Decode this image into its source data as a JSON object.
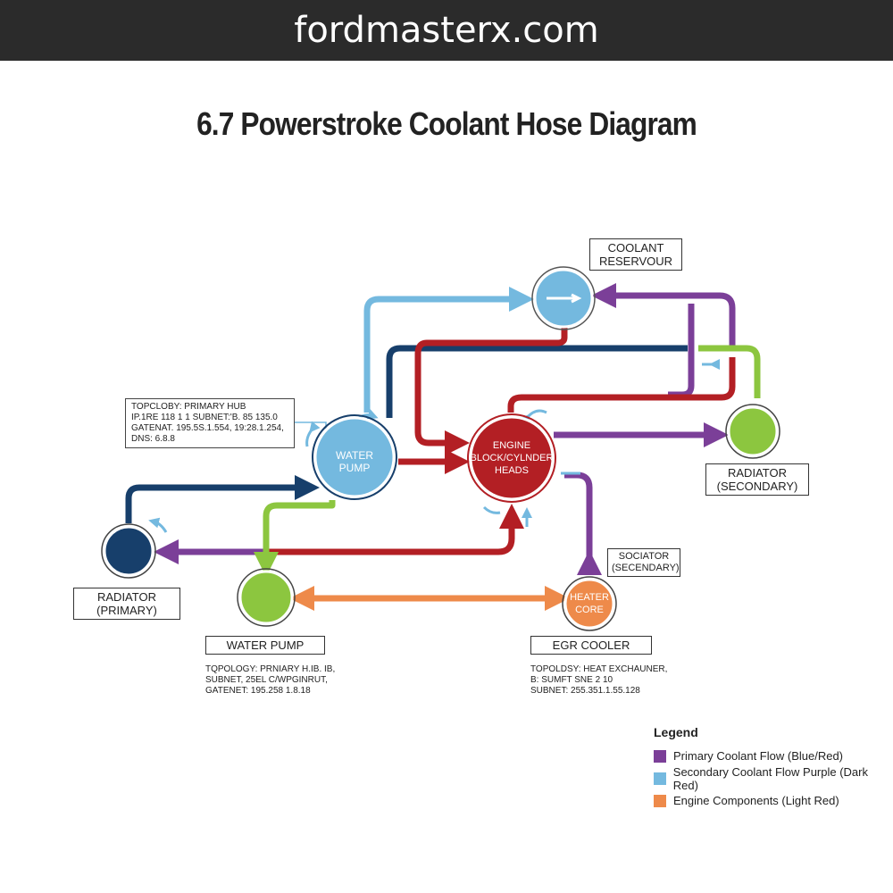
{
  "site": "fordmasterx.com",
  "title": "6.7 Powerstroke Coolant Hose Diagram",
  "nodes": {
    "reservoir": {
      "label": "COOLANT\nRESERVOUR"
    },
    "water_pump_main": {
      "label": "WATER\nPUMP"
    },
    "engine": {
      "label": "ENGINE\nBLOCK/CYLNDER\nHEADS"
    },
    "radiator_secondary": {
      "label": "RADIATOR\n(SECONDARY)"
    },
    "radiator_primary": {
      "label": "RADIATOR\n(PRIMARY)"
    },
    "water_pump_lower": {
      "label": "WATER PUMP"
    },
    "heater_core": {
      "label": "HEATER\nCORE"
    },
    "egr_cooler": {
      "label": "EGR COOLER"
    },
    "sociator": {
      "label": "SOCIATOR\n(SECENDARY)"
    }
  },
  "info": {
    "hub": "TOPCLOBY: PRIMARY HUB\nIP.1RE 118 1 1 SUBNET:'B. 85 135.0\nGATENAT. 195.5S.1.554, 19:28.1.254,\nDNS: 6.8.8",
    "pump": "TQPOLOGY: PRNIARY H.IB. IB,\nSUBNET, 25EL C/WPGINRUT,\nGATENET: 195.258 1.8.18",
    "egr": "TOPOLDSY: HEAT EXCHAUNER,\nB: SUMFT SNE 2 10\nSUBNET: 255.351.1.55.128"
  },
  "legend": {
    "title": "Legend",
    "items": [
      {
        "label": "Primary Coolant Flow (Blue/Red)",
        "color": "#7b3f98"
      },
      {
        "label": "Secondary Coolant Flow Purple (Dark Red)",
        "color": "#74b9df"
      },
      {
        "label": "Engine Components (Light Red)",
        "color": "#ee8a4a"
      }
    ]
  },
  "colors": {
    "light_blue": "#74b9df",
    "navy": "#173f6b",
    "red": "#b31f24",
    "purple": "#7b3f98",
    "green": "#8cc63f",
    "orange": "#ee8a4a"
  }
}
